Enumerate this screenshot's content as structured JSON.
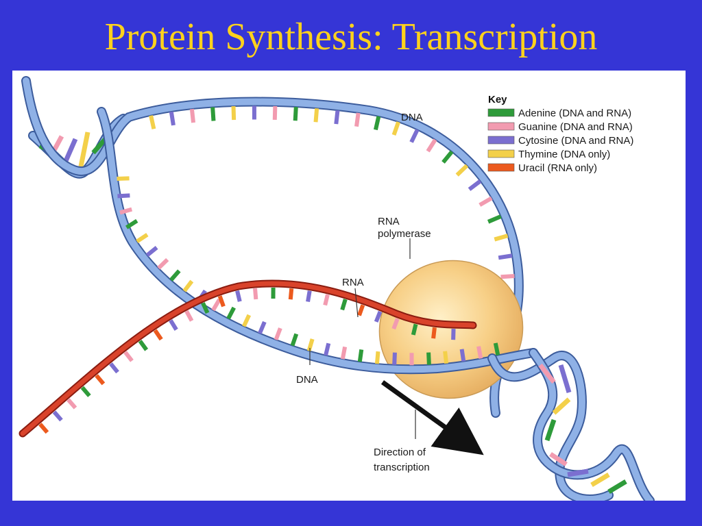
{
  "title": "Protein Synthesis: Transcription",
  "labels": {
    "dna_top": "DNA",
    "dna_bottom": "DNA",
    "rna": "RNA",
    "polymerase_line1": "RNA",
    "polymerase_line2": "polymerase",
    "direction_line1": "Direction of",
    "direction_line2": "transcription"
  },
  "key": {
    "title": "Key",
    "items": [
      {
        "label": "Adenine (DNA and RNA)",
        "color": "#2e9b3a"
      },
      {
        "label": "Guanine (DNA and RNA)",
        "color": "#f29bb0"
      },
      {
        "label": "Cytosine (DNA and RNA)",
        "color": "#7b6fd0"
      },
      {
        "label": "Thymine (DNA only)",
        "color": "#f3d04a"
      },
      {
        "label": "Uracil (RNA only)",
        "color": "#ec5a1e"
      }
    ]
  },
  "colors": {
    "background": "#3535d6",
    "title": "#ffd21c",
    "dna_strand": "#8fb1e6",
    "dna_strand_edge": "#3c5c9c",
    "rna_strand": "#d9432b",
    "rna_strand_edge": "#8a1c10",
    "polymerase": "#f7cf86"
  }
}
